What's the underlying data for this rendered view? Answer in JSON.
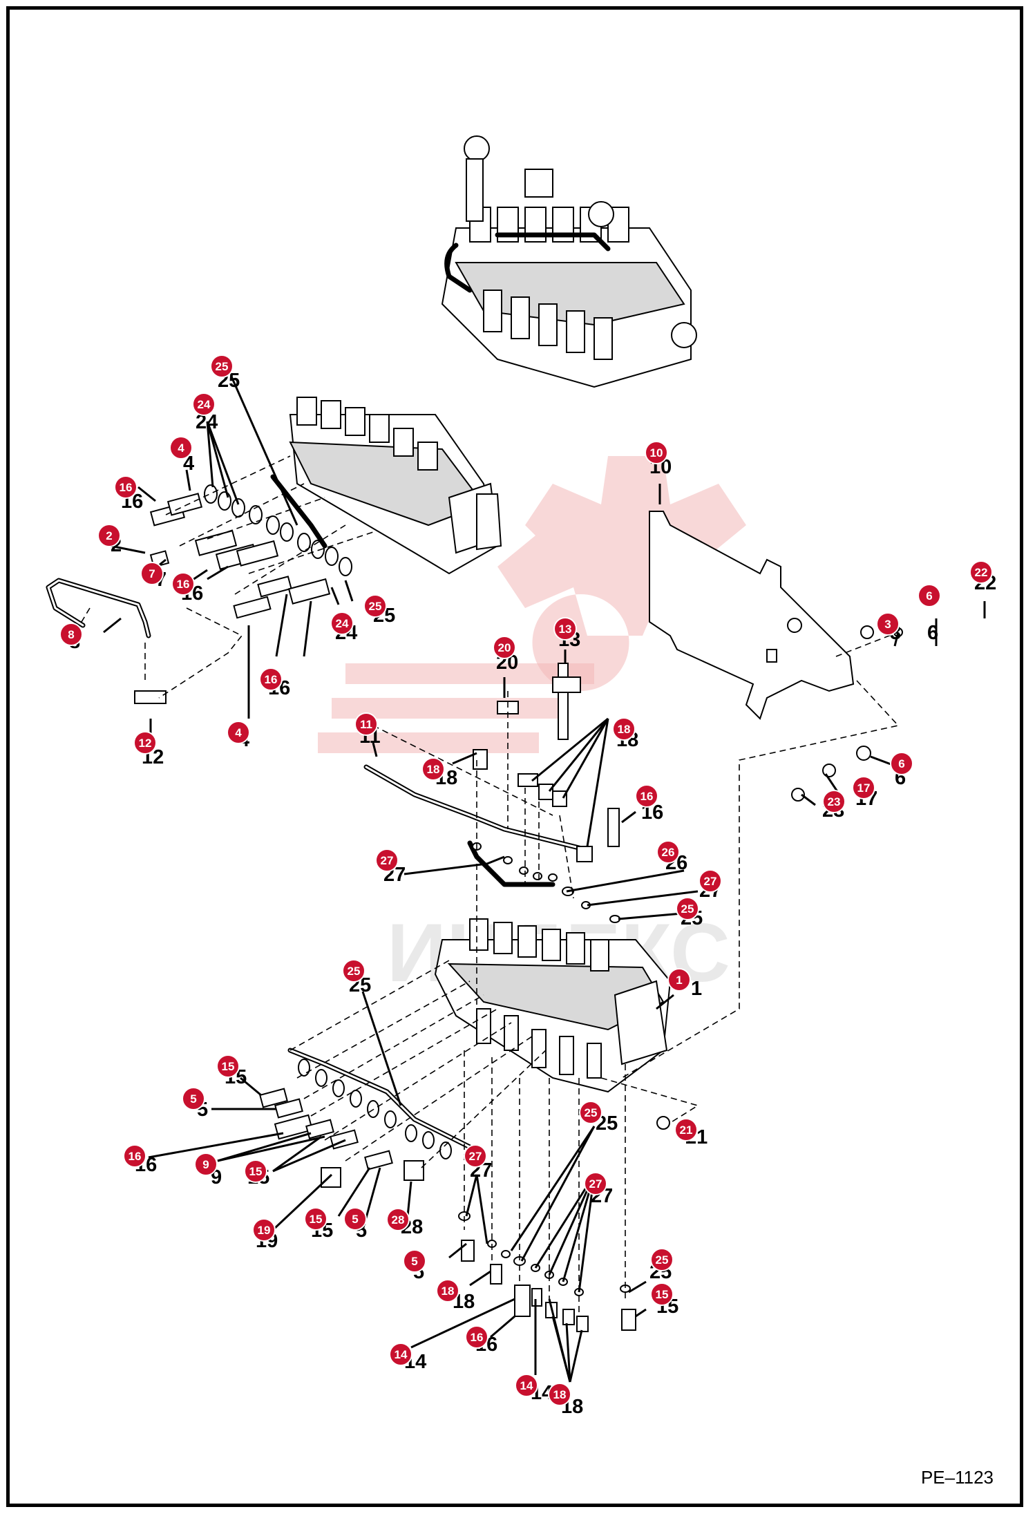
{
  "page_code": "PE–1123",
  "watermark": "ИНДЕКС",
  "colors": {
    "callout": "#c8102e",
    "line": "#000000",
    "watermark": "#f3b8b8"
  },
  "callouts": [
    {
      "id": "c25a",
      "n": "25"
    },
    {
      "id": "c24a",
      "n": "24"
    },
    {
      "id": "c4a",
      "n": "4"
    },
    {
      "id": "c16a",
      "n": "16"
    },
    {
      "id": "c2a",
      "n": "2"
    },
    {
      "id": "c7a",
      "n": "7"
    },
    {
      "id": "c16b",
      "n": "16"
    },
    {
      "id": "c8a",
      "n": "8"
    },
    {
      "id": "c24b",
      "n": "24"
    },
    {
      "id": "c25b",
      "n": "25"
    },
    {
      "id": "c16c",
      "n": "16"
    },
    {
      "id": "c12a",
      "n": "12"
    },
    {
      "id": "c4b",
      "n": "4"
    },
    {
      "id": "c10a",
      "n": "10"
    },
    {
      "id": "c22a",
      "n": "22"
    },
    {
      "id": "c6a",
      "n": "6"
    },
    {
      "id": "c3a",
      "n": "3"
    },
    {
      "id": "c13a",
      "n": "13"
    },
    {
      "id": "c20a",
      "n": "20"
    },
    {
      "id": "c11a",
      "n": "11"
    },
    {
      "id": "c18a",
      "n": "18"
    },
    {
      "id": "c18b",
      "n": "18"
    },
    {
      "id": "c6b",
      "n": "6"
    },
    {
      "id": "c17a",
      "n": "17"
    },
    {
      "id": "c23a",
      "n": "23"
    },
    {
      "id": "c16d",
      "n": "16"
    },
    {
      "id": "c27a",
      "n": "27"
    },
    {
      "id": "c26a",
      "n": "26"
    },
    {
      "id": "c27b",
      "n": "27"
    },
    {
      "id": "c25c",
      "n": "25"
    },
    {
      "id": "c1a",
      "n": "1"
    },
    {
      "id": "c25d",
      "n": "25"
    },
    {
      "id": "c15a",
      "n": "15"
    },
    {
      "id": "c5a",
      "n": "5"
    },
    {
      "id": "c16e",
      "n": "16"
    },
    {
      "id": "c9a",
      "n": "9"
    },
    {
      "id": "c15b",
      "n": "15"
    },
    {
      "id": "c19a",
      "n": "19"
    },
    {
      "id": "c15c",
      "n": "15"
    },
    {
      "id": "c5b",
      "n": "5"
    },
    {
      "id": "c28a",
      "n": "28"
    },
    {
      "id": "c27c",
      "n": "27"
    },
    {
      "id": "c25e",
      "n": "25"
    },
    {
      "id": "c21a",
      "n": "21"
    },
    {
      "id": "c27d",
      "n": "27"
    },
    {
      "id": "c5c",
      "n": "5"
    },
    {
      "id": "c18c",
      "n": "18"
    },
    {
      "id": "c14a",
      "n": "14"
    },
    {
      "id": "c16f",
      "n": "16"
    },
    {
      "id": "c14b",
      "n": "14"
    },
    {
      "id": "c18d",
      "n": "18"
    },
    {
      "id": "c25f",
      "n": "25"
    },
    {
      "id": "c15d",
      "n": "15"
    }
  ],
  "labels": [
    {
      "id": "t25a",
      "n": "25"
    },
    {
      "id": "t24a",
      "n": "24"
    },
    {
      "id": "t4a",
      "n": "4"
    },
    {
      "id": "t16a",
      "n": "16"
    },
    {
      "id": "t2a",
      "n": "2"
    },
    {
      "id": "t7a",
      "n": "7"
    },
    {
      "id": "t16b",
      "n": "16"
    },
    {
      "id": "t8a",
      "n": "8"
    },
    {
      "id": "t24b",
      "n": "24"
    },
    {
      "id": "t25b",
      "n": "25"
    },
    {
      "id": "t16c",
      "n": "16"
    },
    {
      "id": "t12a",
      "n": "12"
    },
    {
      "id": "t4b",
      "n": "4"
    },
    {
      "id": "t10a",
      "n": "10"
    },
    {
      "id": "t22a",
      "n": "22"
    },
    {
      "id": "t6a",
      "n": "6"
    },
    {
      "id": "t3a",
      "n": "3"
    },
    {
      "id": "t13a",
      "n": "13"
    },
    {
      "id": "t20a",
      "n": "20"
    },
    {
      "id": "t11a",
      "n": "11"
    },
    {
      "id": "t18a",
      "n": "18"
    },
    {
      "id": "t18b",
      "n": "18"
    },
    {
      "id": "t6b",
      "n": "6"
    },
    {
      "id": "t17a",
      "n": "17"
    },
    {
      "id": "t23a",
      "n": "23"
    },
    {
      "id": "t16d",
      "n": "16"
    },
    {
      "id": "t27a",
      "n": "27"
    },
    {
      "id": "t26a",
      "n": "26"
    },
    {
      "id": "t27b",
      "n": "27"
    },
    {
      "id": "t25c",
      "n": "25"
    },
    {
      "id": "t1a",
      "n": "1"
    },
    {
      "id": "t25d",
      "n": "25"
    },
    {
      "id": "t15a",
      "n": "15"
    },
    {
      "id": "t5a",
      "n": "5"
    },
    {
      "id": "t16e",
      "n": "16"
    },
    {
      "id": "t9a",
      "n": "9"
    },
    {
      "id": "t15b",
      "n": "15"
    },
    {
      "id": "t19a",
      "n": "19"
    },
    {
      "id": "t15c",
      "n": "15"
    },
    {
      "id": "t5b",
      "n": "5"
    },
    {
      "id": "t28a",
      "n": "28"
    },
    {
      "id": "t27c",
      "n": "27"
    },
    {
      "id": "t25e",
      "n": "25"
    },
    {
      "id": "t21a",
      "n": "21"
    },
    {
      "id": "t27d",
      "n": "27"
    },
    {
      "id": "t5c",
      "n": "5"
    },
    {
      "id": "t18c",
      "n": "18"
    },
    {
      "id": "t14a",
      "n": "14"
    },
    {
      "id": "t16f",
      "n": "16"
    },
    {
      "id": "t14b",
      "n": "14"
    },
    {
      "id": "t18d",
      "n": "18"
    },
    {
      "id": "t25f",
      "n": "25"
    },
    {
      "id": "t15d",
      "n": "15"
    }
  ]
}
